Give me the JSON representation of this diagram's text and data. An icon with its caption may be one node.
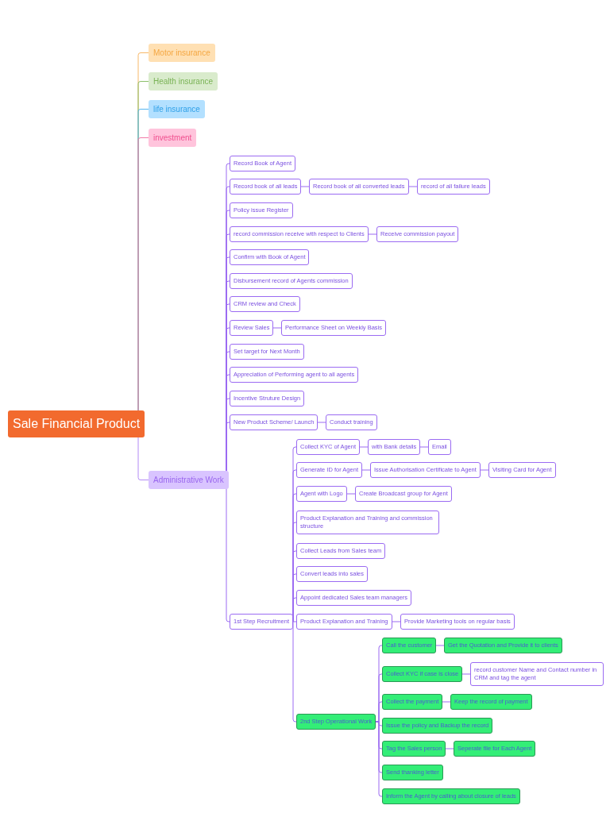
{
  "diagram": {
    "nodes": [
      {
        "text": [
          "Sale Financial Product"
        ]
      },
      {
        "text": [
          "Motor insurance"
        ]
      },
      {
        "text": [
          "Health insurance"
        ]
      },
      {
        "text": [
          "life insurance"
        ]
      },
      {
        "text": [
          "investment"
        ]
      },
      {
        "text": [
          "Administrative Work"
        ]
      },
      {
        "text": [
          "Record Book of Agent"
        ]
      },
      {
        "text": [
          "Record book of all leads"
        ]
      },
      {
        "text": [
          "Record book of all converted leads"
        ]
      },
      {
        "text": [
          "record of all failure leads"
        ]
      },
      {
        "text": [
          "Policy issue Register"
        ]
      },
      {
        "text": [
          "record commission receive with respect to Clients"
        ]
      },
      {
        "text": [
          "Receive commission payout"
        ]
      },
      {
        "text": [
          "Confirm with Book of Agent"
        ]
      },
      {
        "text": [
          "Disbursement record of Agents commission"
        ]
      },
      {
        "text": [
          "CRM review and Check"
        ]
      },
      {
        "text": [
          "Review Sales"
        ]
      },
      {
        "text": [
          "Performance Sheet on Weekly Basis"
        ]
      },
      {
        "text": [
          "Set target for Next Month"
        ]
      },
      {
        "text": [
          "Appreciation of Performing agent to all agents"
        ]
      },
      {
        "text": [
          "Incentive Struture Design"
        ]
      },
      {
        "text": [
          "New Product Scheme/ Launch"
        ]
      },
      {
        "text": [
          "Conduct training"
        ]
      },
      {
        "text": [
          "1st Step Recruitment"
        ]
      },
      {
        "text": [
          "Collect KYC of Agent"
        ]
      },
      {
        "text": [
          "with Bank details"
        ]
      },
      {
        "text": [
          "Email"
        ]
      },
      {
        "text": [
          "Generate ID for Agent"
        ]
      },
      {
        "text": [
          "Issue Authorisation Certificate to Agent"
        ]
      },
      {
        "text": [
          "Visiting Card for Agent"
        ]
      },
      {
        "text": [
          "Agent with Logo"
        ]
      },
      {
        "text": [
          "Create Broadcast group for Agent"
        ]
      },
      {
        "text": [
          "Product Explanation and Training and commission structure"
        ]
      },
      {
        "text": [
          "Collect Leads from Sales team"
        ]
      },
      {
        "text": [
          "Convert leads into sales"
        ]
      },
      {
        "text": [
          "Appoint dedicated Sales team managers"
        ]
      },
      {
        "text": [
          "Product Explanation and Training"
        ]
      },
      {
        "text": [
          "Provide Marketing tools on regular basis"
        ]
      },
      {
        "text": [
          "2nd Step Operational Work"
        ]
      },
      {
        "text": [
          "Call the customer"
        ]
      },
      {
        "text": [
          "Get the Quotation and Provide it to clients"
        ]
      },
      {
        "text": [
          "Collect KYC if  case is close"
        ]
      },
      {
        "text": [
          "record customer Name and Contact number in CRM and tag the agent"
        ]
      },
      {
        "text": [
          "Collect the payment"
        ]
      },
      {
        "text": [
          "Keep the record of payment"
        ]
      },
      {
        "text": [
          "Issue the policy and Backup the record"
        ]
      },
      {
        "text": [
          "Tag the Sales person"
        ]
      },
      {
        "text": [
          "Seperate file for Each Agent"
        ]
      },
      {
        "text": [
          "Send thanking letter"
        ]
      },
      {
        "text": [
          "Inform the Agent by calling about closure of leads"
        ]
      }
    ],
    "edges": [
      {
        "from": 0,
        "to": 1,
        "arrow": "none",
        "color": "#f8b868"
      },
      {
        "from": 0,
        "to": 2,
        "arrow": "none",
        "color": "#8cc06a"
      },
      {
        "from": 0,
        "to": 3,
        "arrow": "none",
        "color": "#55b5f0"
      },
      {
        "from": 0,
        "to": 4,
        "arrow": "none",
        "color": "#f27aa8"
      },
      {
        "from": 0,
        "to": 5,
        "arrow": "none",
        "color": "#b38af5"
      },
      {
        "from": 5,
        "to": 6,
        "arrow": "none"
      },
      {
        "from": 5,
        "to": 7,
        "arrow": "none"
      },
      {
        "from": 7,
        "to": 8,
        "arrow": "none"
      },
      {
        "from": 8,
        "to": 9,
        "arrow": "none"
      },
      {
        "from": 5,
        "to": 10,
        "arrow": "none"
      },
      {
        "from": 5,
        "to": 11,
        "arrow": "none"
      },
      {
        "from": 11,
        "to": 12,
        "arrow": "none"
      },
      {
        "from": 5,
        "to": 13,
        "arrow": "none"
      },
      {
        "from": 5,
        "to": 14,
        "arrow": "none"
      },
      {
        "from": 5,
        "to": 15,
        "arrow": "none"
      },
      {
        "from": 5,
        "to": 16,
        "arrow": "none"
      },
      {
        "from": 16,
        "to": 17,
        "arrow": "none"
      },
      {
        "from": 5,
        "to": 18,
        "arrow": "none"
      },
      {
        "from": 5,
        "to": 19,
        "arrow": "none"
      },
      {
        "from": 5,
        "to": 20,
        "arrow": "none"
      },
      {
        "from": 5,
        "to": 21,
        "arrow": "none"
      },
      {
        "from": 21,
        "to": 22,
        "arrow": "none"
      },
      {
        "from": 5,
        "to": 23,
        "arrow": "none"
      },
      {
        "from": 23,
        "to": 24,
        "arrow": "none"
      },
      {
        "from": 24,
        "to": 25,
        "arrow": "none"
      },
      {
        "from": 25,
        "to": 26,
        "arrow": "none"
      },
      {
        "from": 23,
        "to": 27,
        "arrow": "none"
      },
      {
        "from": 27,
        "to": 28,
        "arrow": "none"
      },
      {
        "from": 28,
        "to": 29,
        "arrow": "none"
      },
      {
        "from": 23,
        "to": 30,
        "arrow": "none"
      },
      {
        "from": 30,
        "to": 31,
        "arrow": "none"
      },
      {
        "from": 23,
        "to": 32,
        "arrow": "none"
      },
      {
        "from": 23,
        "to": 33,
        "arrow": "none"
      },
      {
        "from": 23,
        "to": 34,
        "arrow": "none"
      },
      {
        "from": 23,
        "to": 35,
        "arrow": "none"
      },
      {
        "from": 23,
        "to": 36,
        "arrow": "none"
      },
      {
        "from": 36,
        "to": 37,
        "arrow": "none"
      },
      {
        "from": 23,
        "to": 38,
        "arrow": "none"
      },
      {
        "from": 38,
        "to": 39,
        "arrow": "none"
      },
      {
        "from": 39,
        "to": 40,
        "arrow": "none"
      },
      {
        "from": 38,
        "to": 41,
        "arrow": "none"
      },
      {
        "from": 41,
        "to": 42,
        "arrow": "none"
      },
      {
        "from": 38,
        "to": 43,
        "arrow": "none"
      },
      {
        "from": 43,
        "to": 44,
        "arrow": "none"
      },
      {
        "from": 38,
        "to": 45,
        "arrow": "none"
      },
      {
        "from": 38,
        "to": 46,
        "arrow": "none"
      },
      {
        "from": 46,
        "to": 47,
        "arrow": "none"
      },
      {
        "from": 38,
        "to": 48,
        "arrow": "none"
      },
      {
        "from": 38,
        "to": 49,
        "arrow": "none"
      }
    ]
  }
}
